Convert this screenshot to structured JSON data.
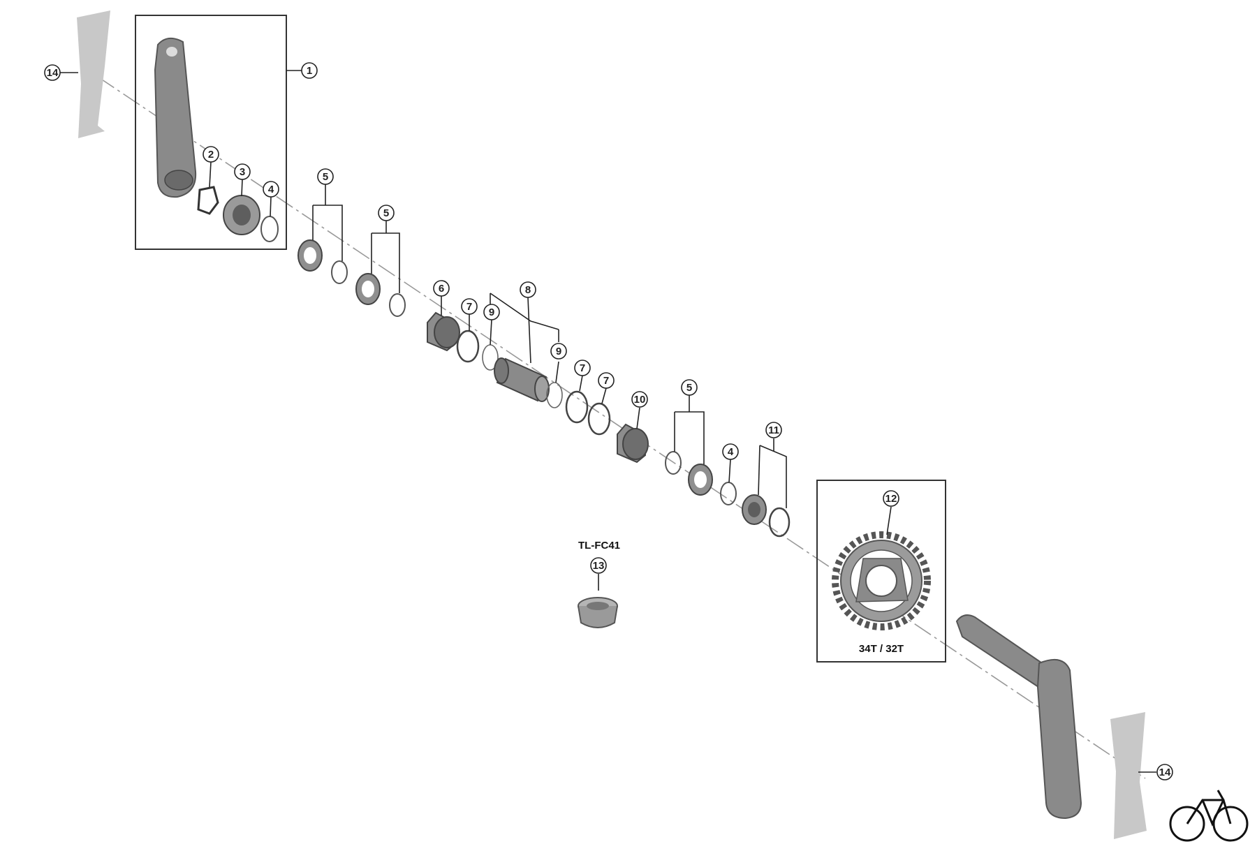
{
  "callouts": {
    "c1": "1",
    "c2": "2",
    "c3": "3",
    "c4a": "4",
    "c4b": "4",
    "c5a": "5",
    "c5b": "5",
    "c5c": "5",
    "c6": "6",
    "c7a": "7",
    "c7b": "7",
    "c7c": "7",
    "c8": "8",
    "c9a": "9",
    "c9b": "9",
    "c10": "10",
    "c11": "11",
    "c12": "12",
    "c13": "13",
    "c14a": "14",
    "c14b": "14"
  },
  "tool_name": "TL-FC41",
  "chainring_caption": "34T / 32T",
  "icons": {
    "logo": "bicycle-icon"
  }
}
